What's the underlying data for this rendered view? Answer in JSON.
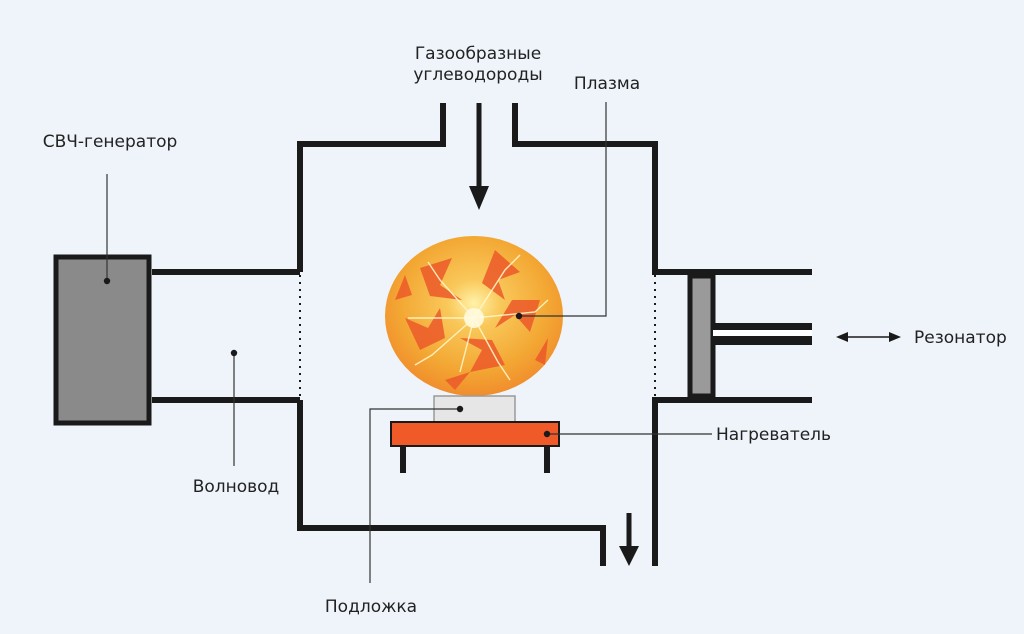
{
  "labels": {
    "gas_line1": "Газообразные",
    "gas_line2": "углеводороды",
    "plasma": "Плазма",
    "generator": "СВЧ-генератор",
    "waveguide": "Волновод",
    "resonator": "Резонатор",
    "heater": "Нагреватель",
    "substrate": "Подложка"
  },
  "colors": {
    "background": "#eef4fa",
    "wall": "#1a1a1a",
    "generator_fill": "#8a8a8a",
    "plasma_outer": "#f3a733",
    "plasma_inner": "#ec5a2a",
    "heater_fill": "#f05a28",
    "substrate_fill": "#e6e6e6",
    "piston_fill": "#9a9a9a"
  }
}
